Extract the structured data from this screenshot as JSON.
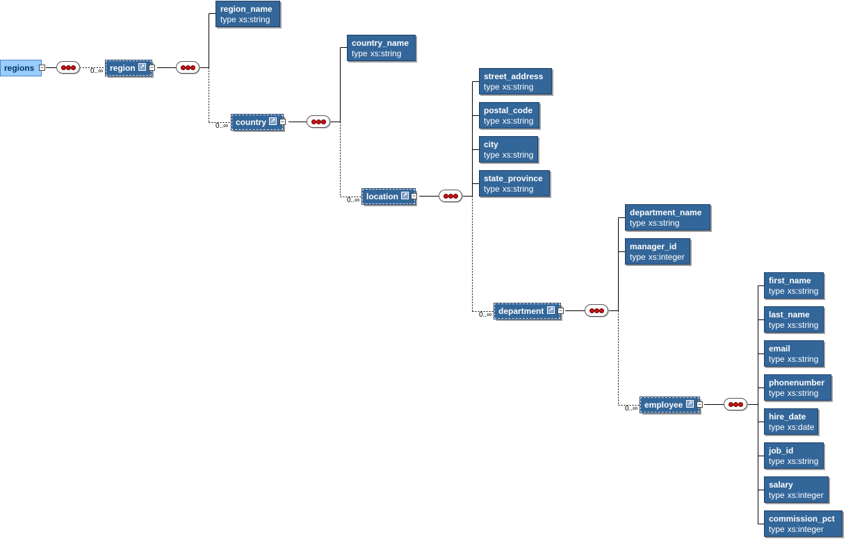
{
  "root": {
    "name": "regions"
  },
  "cardinality": "0..∞",
  "type_keyword": "type",
  "complex_elements": {
    "region": "region",
    "country": "country",
    "location": "location",
    "department": "department",
    "employee": "employee"
  },
  "region_fields": [
    {
      "name": "region_name",
      "type": "xs:string"
    }
  ],
  "country_fields": [
    {
      "name": "country_name",
      "type": "xs:string"
    }
  ],
  "location_fields": [
    {
      "name": "street_address",
      "type": "xs:string"
    },
    {
      "name": "postal_code",
      "type": "xs:string"
    },
    {
      "name": "city",
      "type": "xs:string"
    },
    {
      "name": "state_province",
      "type": "xs:string"
    }
  ],
  "department_fields": [
    {
      "name": "department_name",
      "type": "xs:string"
    },
    {
      "name": "manager_id",
      "type": "xs:integer"
    }
  ],
  "employee_fields": [
    {
      "name": "first_name",
      "type": "xs:string"
    },
    {
      "name": "last_name",
      "type": "xs:string"
    },
    {
      "name": "email",
      "type": "xs:string"
    },
    {
      "name": "phonenumber",
      "type": "xs:string"
    },
    {
      "name": "hire_date",
      "type": "xs:date"
    },
    {
      "name": "job_id",
      "type": "xs:string"
    },
    {
      "name": "salary",
      "type": "xs:integer"
    },
    {
      "name": "commission_pct",
      "type": "xs:integer"
    }
  ]
}
